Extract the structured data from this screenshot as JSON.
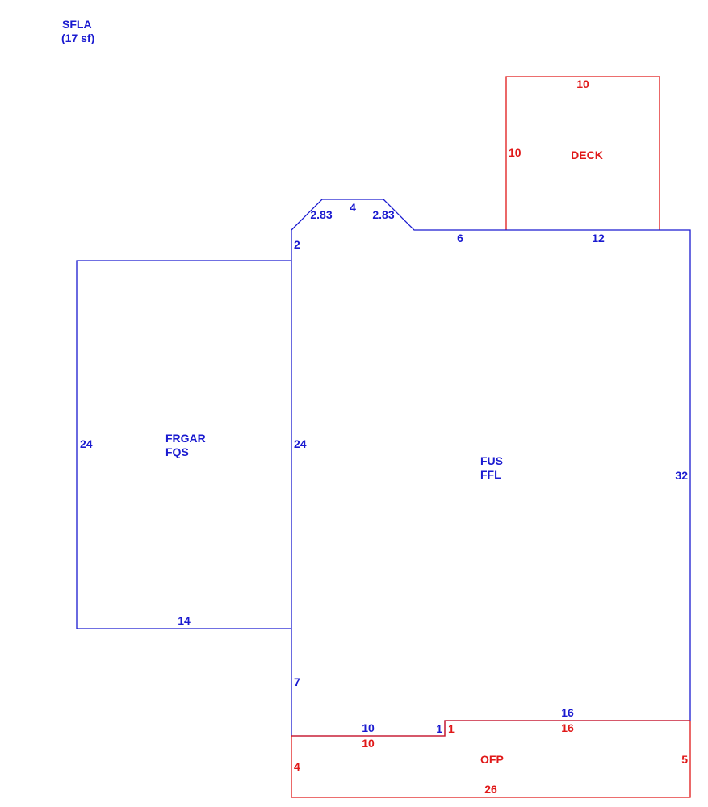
{
  "colors": {
    "living": "#1a1ad0",
    "exterior": "#e01818",
    "background": "#ffffff"
  },
  "header": {
    "code": "SFLA",
    "area": "(17 sf)"
  },
  "garage": {
    "code1": "FRGAR",
    "code2": "FQS",
    "dim_left": "24",
    "dim_right": "24",
    "dim_bottom": "14"
  },
  "house": {
    "code1": "FUS",
    "code2": "FFL",
    "dim_bay_left": "2.83",
    "dim_bay_top": "4",
    "dim_bay_right": "2.83",
    "dim_left_top": "2",
    "dim_top_mid": "6",
    "dim_top_right": "12",
    "dim_right": "32",
    "dim_left_low": "7",
    "dim_bottom_left": "10",
    "dim_step": "1",
    "dim_bottom_right": "16"
  },
  "deck": {
    "code": "DECK",
    "dim_top": "10",
    "dim_left": "10"
  },
  "porch": {
    "code": "OFP",
    "dim_top_left": "10",
    "dim_step": "1",
    "dim_top_right": "16",
    "dim_left": "4",
    "dim_right": "5",
    "dim_bottom": "26"
  }
}
